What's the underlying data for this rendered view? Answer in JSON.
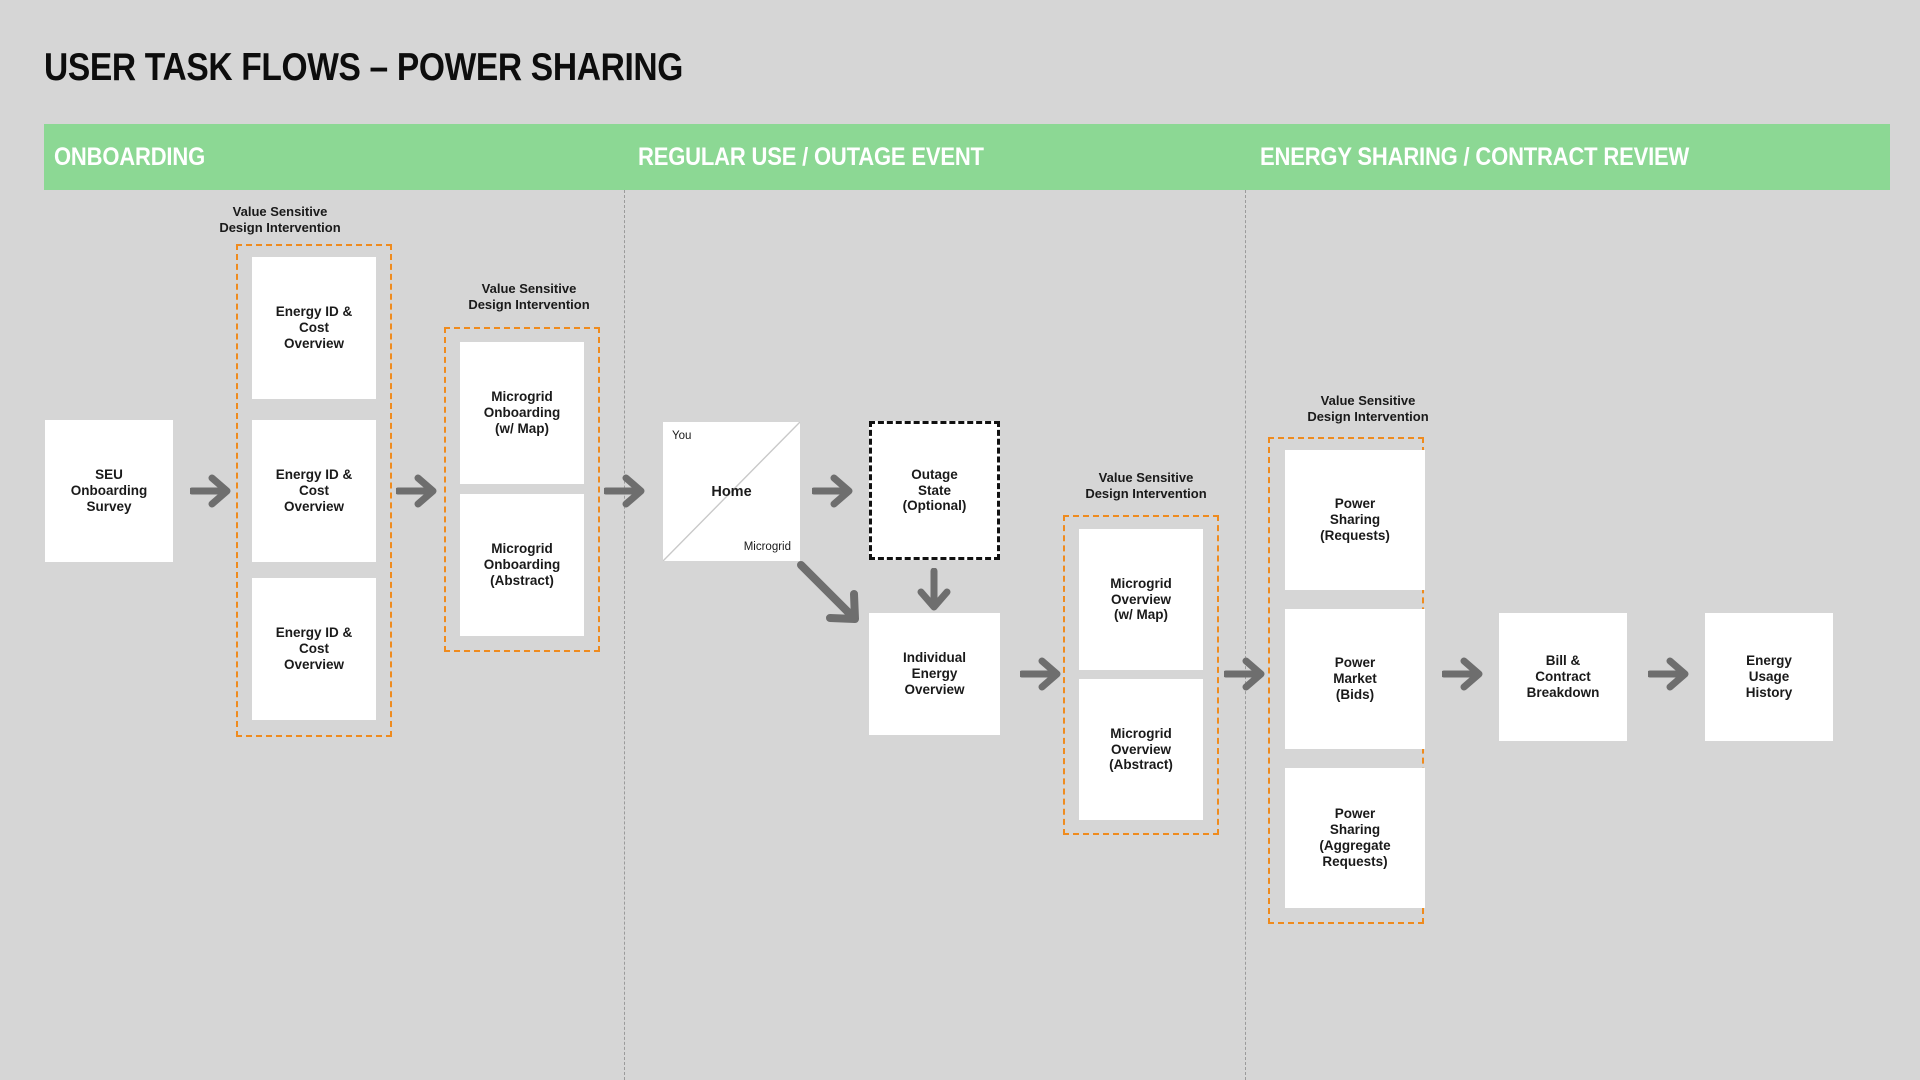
{
  "title": "USER TASK FLOWS – POWER SHARING",
  "colors": {
    "background": "#d6d6d6",
    "lane_bar": "#8cd894",
    "vsd_border": "#ef8b1e",
    "node_fill": "#ffffff",
    "arrow": "#6e6e6e",
    "optional_border": "#111111"
  },
  "lanes": [
    {
      "label": "ONBOARDING"
    },
    {
      "label": "REGULAR USE / OUTAGE EVENT"
    },
    {
      "label": "ENERGY SHARING / CONTRACT REVIEW"
    }
  ],
  "vsd_label": "Value Sensitive\nDesign Intervention",
  "vsd_groups": [
    {
      "label": "Value Sensitive\nDesign Intervention"
    },
    {
      "label": "Value Sensitive\nDesign Intervention"
    },
    {
      "label": "Value Sensitive\nDesign Intervention"
    },
    {
      "label": "Value Sensitive\nDesign Intervention"
    }
  ],
  "nodes": {
    "seu_survey": "SEU\nOnboarding\nSurvey",
    "energy_id_1": "Energy ID &\nCost\nOverview",
    "energy_id_2": "Energy ID &\nCost\nOverview",
    "energy_id_3": "Energy ID &\nCost\nOverview",
    "microgrid_onboarding_map": "Microgrid\nOnboarding\n(w/ Map)",
    "microgrid_onboarding_abstract": "Microgrid\nOnboarding\n(Abstract)",
    "home_center": "Home",
    "home_you": "You",
    "home_microgrid": "Microgrid",
    "outage_state": "Outage\nState\n(Optional)",
    "individual_energy_overview": "Individual\nEnergy\nOverview",
    "microgrid_overview_map": "Microgrid\nOverview\n(w/ Map)",
    "microgrid_overview_abstract": "Microgrid\nOverview\n(Abstract)",
    "power_sharing_requests": "Power\nSharing\n(Requests)",
    "power_market_bids": "Power\nMarket\n(Bids)",
    "power_sharing_aggregate": "Power\nSharing\n(Aggregate\nRequests)",
    "bill_contract_breakdown": "Bill &\nContract\nBreakdown",
    "energy_usage_history": "Energy\nUsage\nHistory"
  }
}
